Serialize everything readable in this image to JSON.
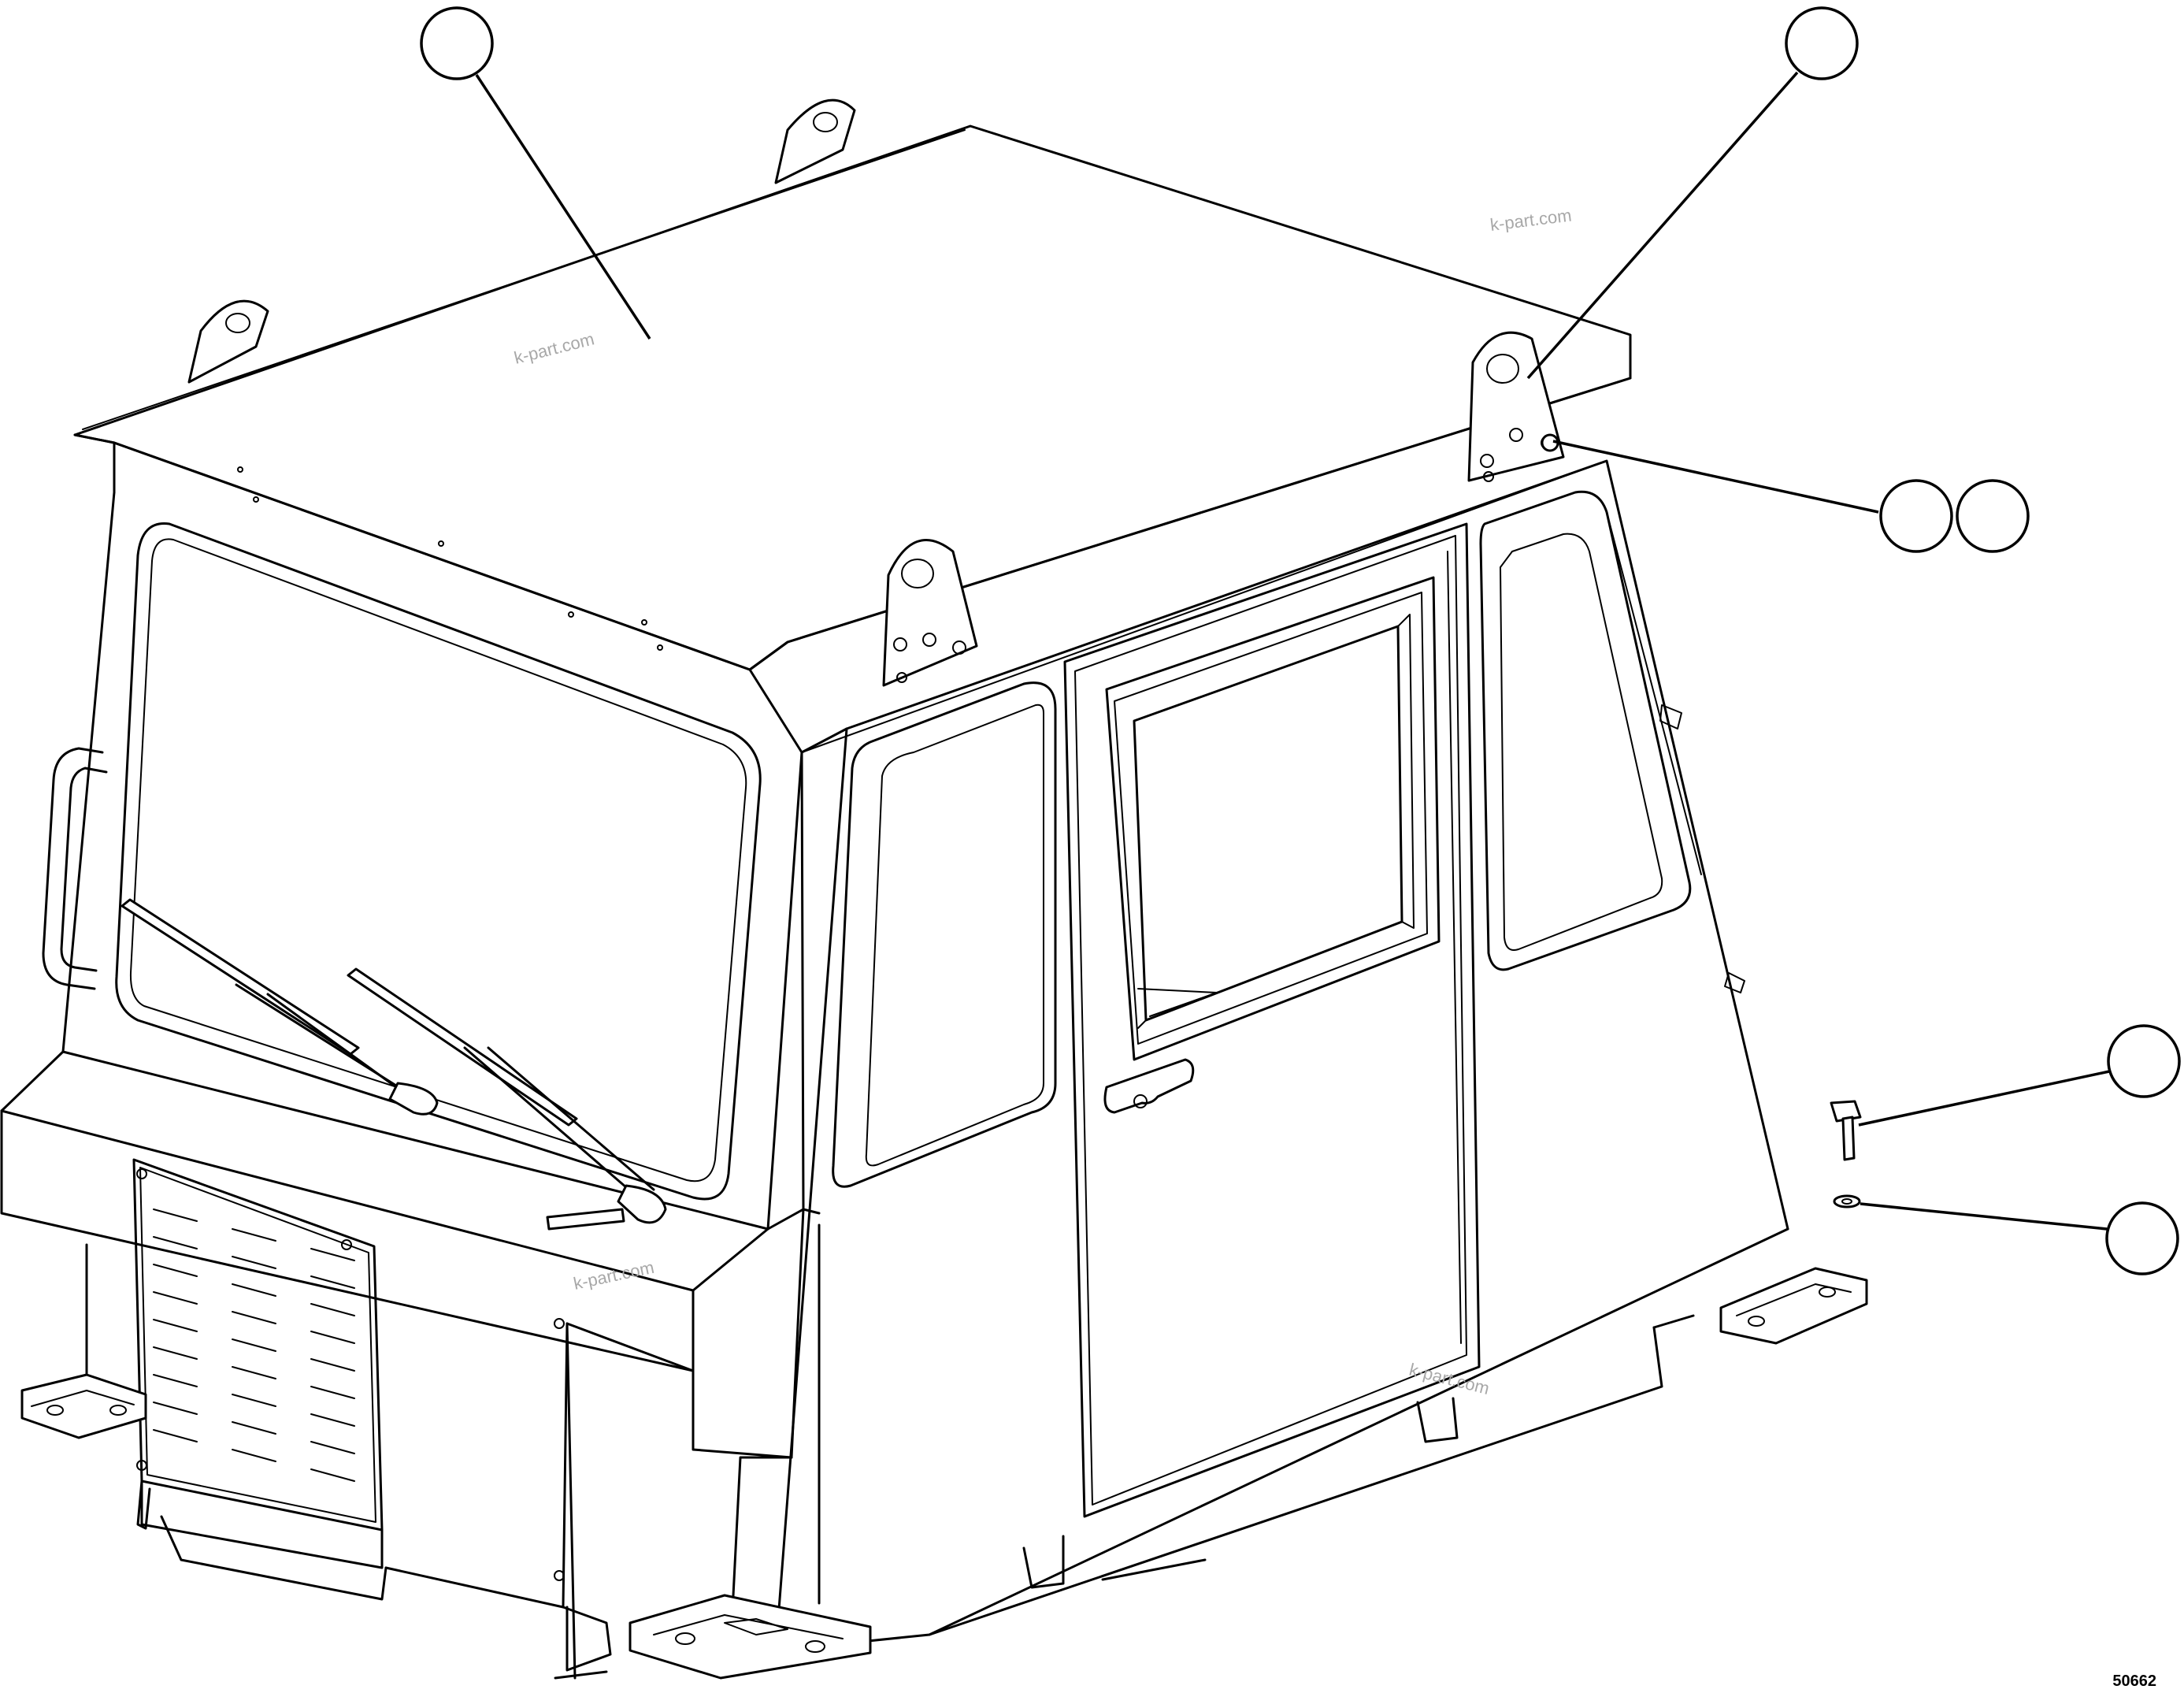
{
  "drawing": {
    "number": "50662",
    "watermarks": [
      "k-part.com",
      "k-part.com",
      "k-part.com",
      "k-part.com"
    ]
  },
  "callouts": [
    {
      "id": "callout-1",
      "label": ""
    },
    {
      "id": "callout-2",
      "label": ""
    },
    {
      "id": "callout-3",
      "label": ""
    },
    {
      "id": "callout-4",
      "label": ""
    },
    {
      "id": "callout-5",
      "label": ""
    },
    {
      "id": "callout-6",
      "label": ""
    }
  ]
}
